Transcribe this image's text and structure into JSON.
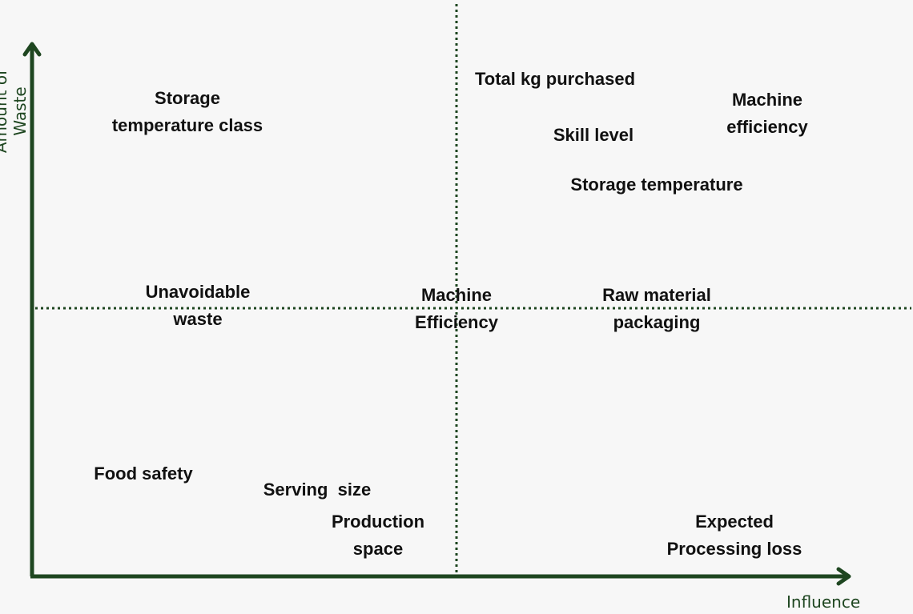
{
  "axes": {
    "y_title": "Amount of Waste",
    "x_title": "Influence",
    "color": "#1e4620"
  },
  "items": [
    {
      "id": "storage-temperature-class",
      "lines": [
        "Storage",
        "temperature class"
      ]
    },
    {
      "id": "total-kg-purchased",
      "lines": [
        "Total kg purchased"
      ]
    },
    {
      "id": "machine-efficiency-top",
      "lines": [
        "Machine",
        "efficiency"
      ]
    },
    {
      "id": "skill-level",
      "lines": [
        "Skill level"
      ]
    },
    {
      "id": "storage-temperature",
      "lines": [
        "Storage temperature"
      ]
    },
    {
      "id": "unavoidable-waste",
      "lines": [
        "Unavoidable",
        "waste"
      ]
    },
    {
      "id": "machine-efficiency-center",
      "lines": [
        "Machine",
        "Efficiency"
      ]
    },
    {
      "id": "raw-material-packaging",
      "lines": [
        "Raw material",
        "packaging"
      ]
    },
    {
      "id": "serving-size",
      "lines": [
        "Serving  size"
      ]
    },
    {
      "id": "food-safety",
      "lines": [
        "Food safety"
      ]
    },
    {
      "id": "production-space",
      "lines": [
        "Production",
        "space"
      ]
    },
    {
      "id": "expected-processing-loss",
      "lines": [
        "Expected",
        "Processing loss"
      ]
    }
  ]
}
